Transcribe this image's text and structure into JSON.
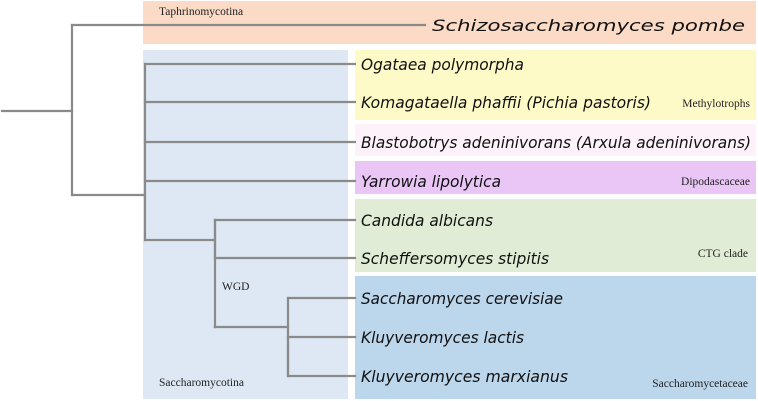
{
  "figure": {
    "clades": {
      "taphrinomycotina": "Taphrinomycotina",
      "saccharomycotina": "Saccharomycotina",
      "methylotrophs": "Methylotrophs",
      "dipodascaceae": "Dipodascaceae",
      "ctg_clade": "CTG clade",
      "saccharomycetaceae": "Saccharomycetaceae"
    },
    "events": {
      "wgd": "WGD"
    },
    "species": [
      "Schizosaccharomyces pombe",
      "Ogataea polymorpha",
      "Komagataella phaffii (Pichia pastoris)",
      "Blastobotrys adeninivorans (Arxula adeninivorans)",
      "Yarrowia lipolytica",
      "Candida albicans",
      "Scheffersomyces stipitis",
      "Saccharomyces cerevisiae",
      "Kluyveromyces lactis",
      "Kluyveromyces marxianus"
    ]
  },
  "colors": {
    "taphrinomycotina_band": "#fbdac6",
    "saccharomycotina_band": "#dde8f4",
    "methylotrophs_band": "#fdfac8",
    "blastobotrys_band": "#fdf2fa",
    "dipodascaceae_band": "#eac6f6",
    "ctg_band": "#e1ecd7",
    "saccharomycetaceae_band": "#bcd6ec",
    "branch": "#8a8a8a"
  }
}
